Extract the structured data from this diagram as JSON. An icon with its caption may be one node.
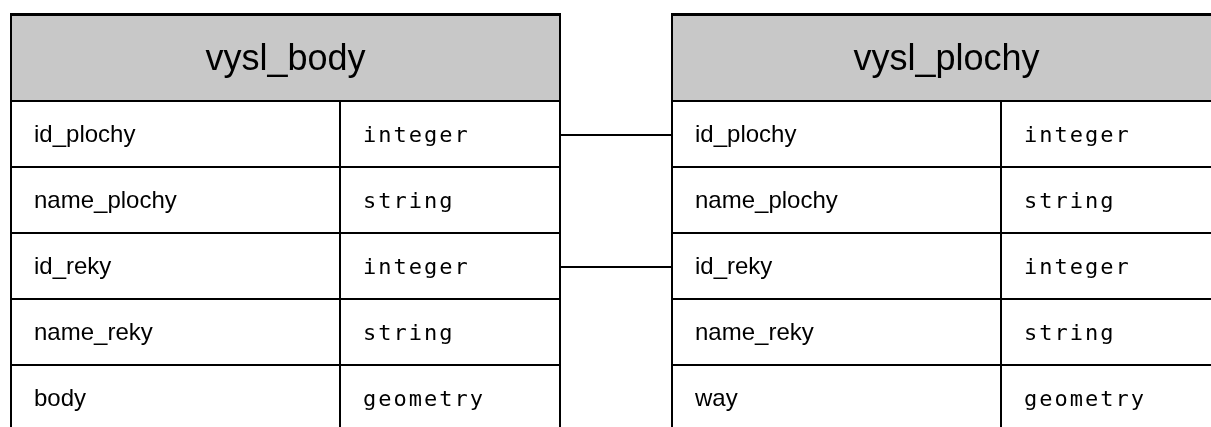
{
  "diagram": {
    "nodes": [
      {
        "text": [
          "vysl_body"
        ]
      },
      {
        "text": [
          "id_plochy",
          "integer"
        ],
        "in": 0
      },
      {
        "text": [
          "name_plochy",
          "string"
        ],
        "in": 0
      },
      {
        "text": [
          "id_reky",
          "integer"
        ],
        "in": 0
      },
      {
        "text": [
          "name_reky",
          "string"
        ],
        "in": 0
      },
      {
        "text": [
          "body",
          "geometry"
        ],
        "in": 0
      },
      {
        "text": [
          "vysl_plochy"
        ]
      },
      {
        "text": [
          "id_plochy",
          "integer"
        ],
        "in": 6
      },
      {
        "text": [
          "name_plochy",
          "string"
        ],
        "in": 6
      },
      {
        "text": [
          "id_reky",
          "integer"
        ],
        "in": 6
      },
      {
        "text": [
          "name_reky",
          "string"
        ],
        "in": 6
      },
      {
        "text": [
          "way",
          "geometry"
        ],
        "in": 6
      }
    ],
    "edges": [
      {
        "from": 1,
        "to": 7,
        "arrow": "none"
      },
      {
        "from": 3,
        "to": 9,
        "arrow": "none"
      }
    ]
  }
}
